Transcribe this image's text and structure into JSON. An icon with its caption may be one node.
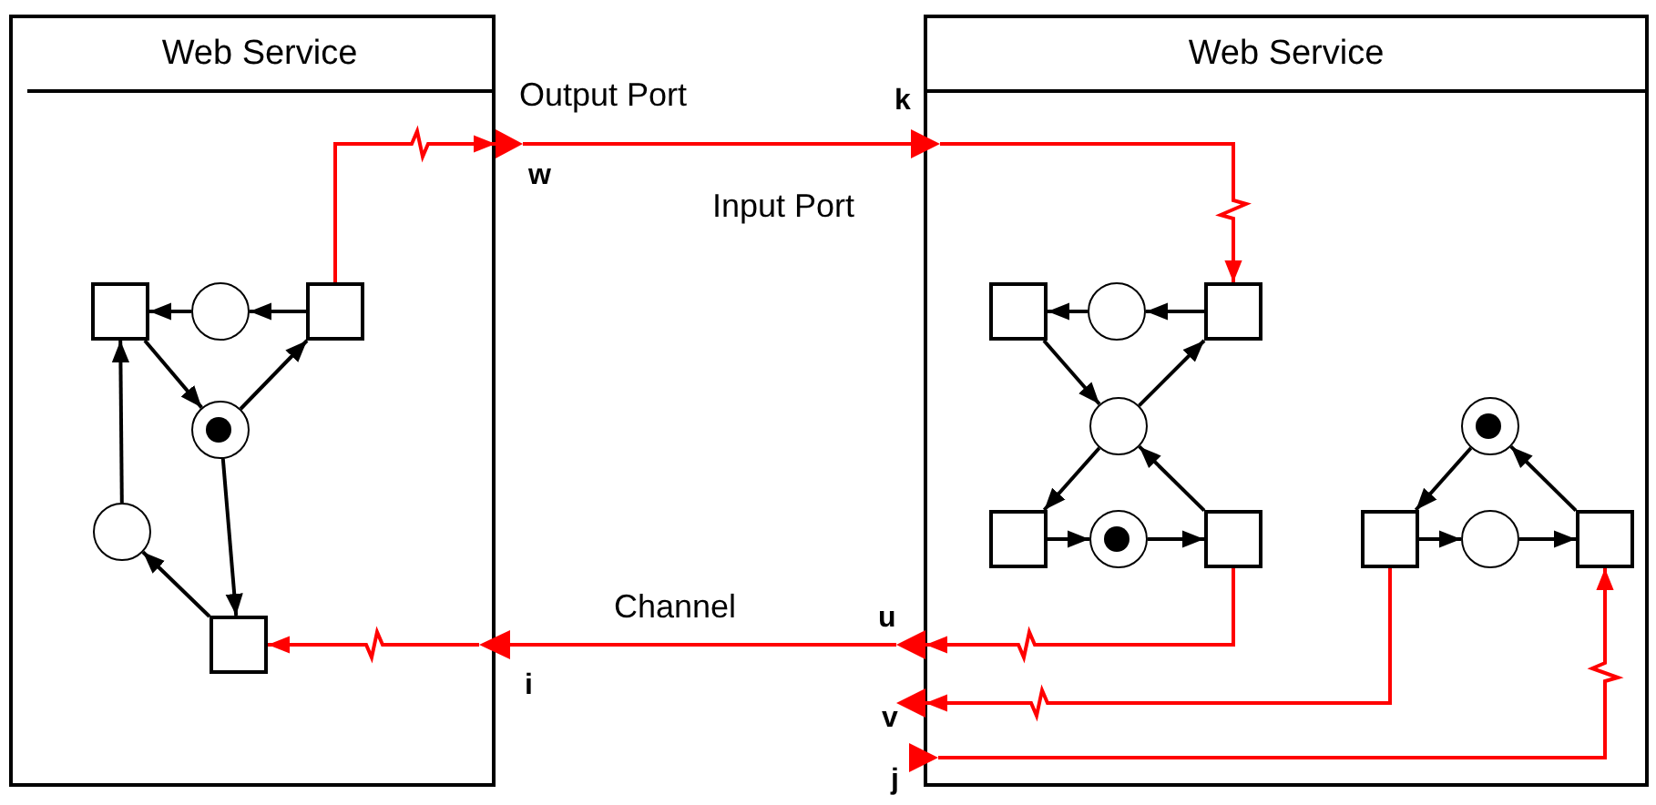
{
  "diagram": {
    "nodes": [
      {
        "text": [
          "Web Service"
        ]
      },
      {
        "text": [
          "Web Service"
        ]
      },
      {
        "text": [],
        "shape": "box",
        "in": 0
      },
      {
        "text": [],
        "shape": "circle",
        "in": 0
      },
      {
        "text": [],
        "shape": "box",
        "in": 0
      },
      {
        "text": [],
        "shape": "circle",
        "in": 0
      },
      {
        "text": [],
        "shape": "circle",
        "in": 0
      },
      {
        "text": [],
        "shape": "box",
        "in": 0
      },
      {
        "text": [],
        "shape": "triangle",
        "beside": [
          "w"
        ]
      },
      {
        "text": [],
        "shape": "triangle",
        "beside": [
          "k"
        ]
      },
      {
        "text": [],
        "shape": "triangle",
        "beside": [
          "i"
        ]
      },
      {
        "text": [],
        "shape": "triangle",
        "beside": [
          "u"
        ]
      },
      {
        "text": [],
        "shape": "triangle",
        "beside": [
          "v"
        ]
      },
      {
        "text": [],
        "shape": "triangle",
        "beside": [
          "j"
        ]
      },
      {
        "text": [],
        "shape": "box",
        "in": 1
      },
      {
        "text": [],
        "shape": "circle",
        "in": 1
      },
      {
        "text": [],
        "shape": "box",
        "in": 1
      },
      {
        "text": [],
        "shape": "circle",
        "in": 1
      },
      {
        "text": [],
        "shape": "box",
        "in": 1
      },
      {
        "text": [],
        "shape": "circle",
        "in": 1
      },
      {
        "text": [],
        "shape": "box",
        "in": 1
      },
      {
        "text": [],
        "shape": "circle",
        "in": 1
      },
      {
        "text": [],
        "shape": "box",
        "in": 1
      },
      {
        "text": [],
        "shape": "circle",
        "in": 1
      },
      {
        "text": [],
        "shape": "box",
        "in": 1
      }
    ],
    "edges": [
      {
        "from": 4,
        "to": 3,
        "arrow": "to"
      },
      {
        "from": 3,
        "to": 2,
        "arrow": "to"
      },
      {
        "from": 2,
        "to": 5,
        "arrow": "to"
      },
      {
        "from": 5,
        "to": 4,
        "arrow": "to"
      },
      {
        "from": 5,
        "to": 7,
        "arrow": "to"
      },
      {
        "from": 7,
        "to": 6,
        "arrow": "to"
      },
      {
        "from": 6,
        "to": 2,
        "arrow": "to"
      },
      {
        "from": 4,
        "to": 8,
        "arrow": "to",
        "color": "#ff0000"
      },
      {
        "from": 8,
        "to": 9,
        "arrow": "none",
        "color": "#ff0000"
      },
      {
        "from": 9,
        "to": 16,
        "arrow": "to",
        "color": "#ff0000"
      },
      {
        "from": 20,
        "to": 11,
        "arrow": "to",
        "color": "#ff0000"
      },
      {
        "from": 11,
        "to": 10,
        "arrow": "none",
        "color": "#ff0000"
      },
      {
        "from": 10,
        "to": 7,
        "arrow": "to",
        "color": "#ff0000"
      },
      {
        "from": 22,
        "to": 12,
        "arrow": "to",
        "color": "#ff0000"
      },
      {
        "from": 13,
        "to": 24,
        "arrow": "to",
        "color": "#ff0000"
      },
      {
        "from": 16,
        "to": 15,
        "arrow": "to"
      },
      {
        "from": 15,
        "to": 14,
        "arrow": "to"
      },
      {
        "from": 14,
        "to": 17,
        "arrow": "to"
      },
      {
        "from": 17,
        "to": 16,
        "arrow": "to"
      },
      {
        "from": 17,
        "to": 18,
        "arrow": "to"
      },
      {
        "from": 20,
        "to": 17,
        "arrow": "to"
      },
      {
        "from": 18,
        "to": 19,
        "arrow": "to"
      },
      {
        "from": 19,
        "to": 20,
        "arrow": "to"
      },
      {
        "from": 21,
        "to": 22,
        "arrow": "to"
      },
      {
        "from": 24,
        "to": 21,
        "arrow": "to"
      },
      {
        "from": 22,
        "to": 23,
        "arrow": "to"
      },
      {
        "from": 23,
        "to": 24,
        "arrow": "to"
      }
    ],
    "labels": [
      "Output Port",
      "Input Port",
      "Channel"
    ]
  }
}
